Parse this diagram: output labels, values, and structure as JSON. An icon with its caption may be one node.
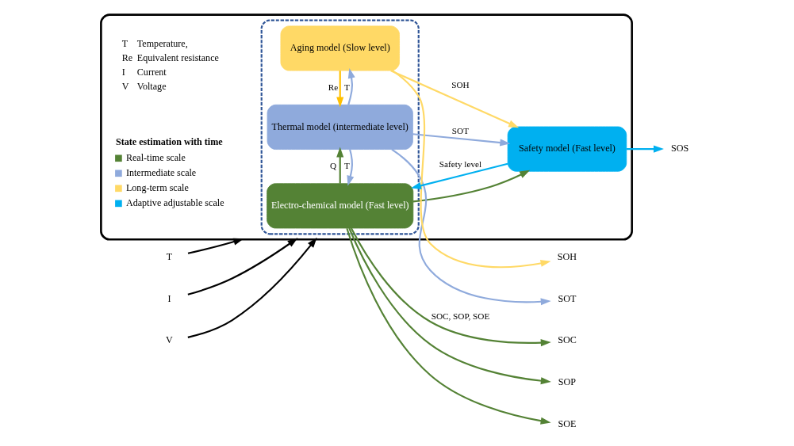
{
  "diagram": {
    "nodes": [
      {
        "text": [],
        "shape": "box"
      },
      {
        "text": [],
        "shape": "box",
        "in": 0
      },
      {
        "text": [
          "Electro-chemical model (Fast level)"
        ],
        "in": 1
      },
      {
        "text": [
          "Thermal model (intermediate level)"
        ],
        "in": 1
      },
      {
        "text": [
          "Aging model (Slow level)"
        ],
        "in": 1
      },
      {
        "text": [
          "Safety model (Fast level)"
        ],
        "in": 0
      },
      {
        "text": [
          "SOC"
        ]
      },
      {
        "text": [
          "SOP"
        ]
      },
      {
        "text": [
          "SOE"
        ]
      },
      {
        "text": [
          "SOS"
        ]
      },
      {
        "text": [
          "SOT"
        ]
      },
      {
        "text": [
          "SOH"
        ]
      },
      {
        "text": [
          "I"
        ]
      },
      {
        "text": [
          "V"
        ]
      },
      {
        "text": [
          "T"
        ]
      }
    ],
    "edges": [
      {
        "from": 12,
        "to": 0,
        "arrow": "to",
        "color": "#000000"
      },
      {
        "from": 13,
        "to": 0,
        "arrow": "to",
        "color": "#000000"
      },
      {
        "from": 14,
        "to": 0,
        "arrow": "to",
        "color": "#000000"
      },
      {
        "from": 2,
        "to": 3,
        "arrow": "to",
        "label": "Q",
        "color": "#548235"
      },
      {
        "from": 3,
        "to": 2,
        "arrow": "to",
        "label": "T",
        "color": "#8faadc"
      },
      {
        "from": 3,
        "to": 4,
        "arrow": "to",
        "label": "T",
        "color": "#8faadc"
      },
      {
        "from": 4,
        "to": 3,
        "arrow": "to",
        "label": "Re",
        "color": "#ffc000"
      },
      {
        "from": 5,
        "to": 2,
        "arrow": "to",
        "label": "Safety level",
        "color": "#00b0f0"
      },
      {
        "from": 2,
        "to": 6,
        "arrow": "to",
        "label": "SOC, SOP, SOE",
        "color": "#548235"
      },
      {
        "from": 2,
        "to": 7,
        "arrow": "to",
        "color": "#548235"
      },
      {
        "from": 2,
        "to": 8,
        "arrow": "to",
        "color": "#548235"
      },
      {
        "from": 2,
        "to": 5,
        "arrow": "to",
        "color": "#548235"
      },
      {
        "from": 3,
        "to": 5,
        "arrow": "to",
        "label": "SOT",
        "color": "#8faadc"
      },
      {
        "from": 3,
        "to": 10,
        "arrow": "to",
        "color": "#8faadc"
      },
      {
        "from": 4,
        "to": 5,
        "arrow": "to",
        "label": "SOH",
        "color": "#ffd966"
      },
      {
        "from": 4,
        "to": 11,
        "arrow": "to",
        "color": "#ffd966"
      },
      {
        "from": 5,
        "to": 9,
        "arrow": "to",
        "color": "#00b0f0"
      }
    ],
    "labels": [
      "State estimation with time",
      "T",
      "Temperature,",
      "Re",
      "Equivalent resistance",
      "I",
      "Current",
      "V",
      "Voltage"
    ],
    "legend": [
      {
        "text": "Real-time scale",
        "color": "#548235"
      },
      {
        "text": "Intermediate scale",
        "color": "#8faadc"
      },
      {
        "text": "Long-term scale",
        "color": "#ffd966"
      },
      {
        "text": "Adaptive adjustable scale",
        "color": "#00b0f0"
      }
    ]
  }
}
